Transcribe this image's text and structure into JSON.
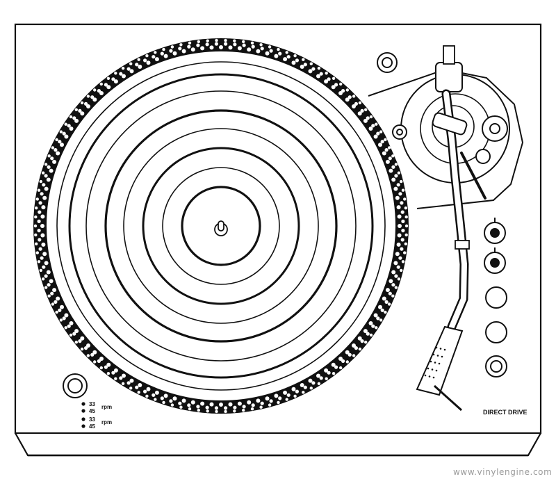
{
  "device": {
    "brand_label": "DIRECT DRIVE",
    "speed_selector": [
      {
        "rpm": "33",
        "unit": "rpm"
      },
      {
        "rpm": "45",
        "unit": ""
      },
      {
        "rpm": "33",
        "unit": "rpm"
      },
      {
        "rpm": "45",
        "unit": ""
      }
    ]
  },
  "watermark": "www.vinylengine.com",
  "colors": {
    "ink": "#111111",
    "paper": "#ffffff",
    "watermark": "#9a9a9a"
  }
}
